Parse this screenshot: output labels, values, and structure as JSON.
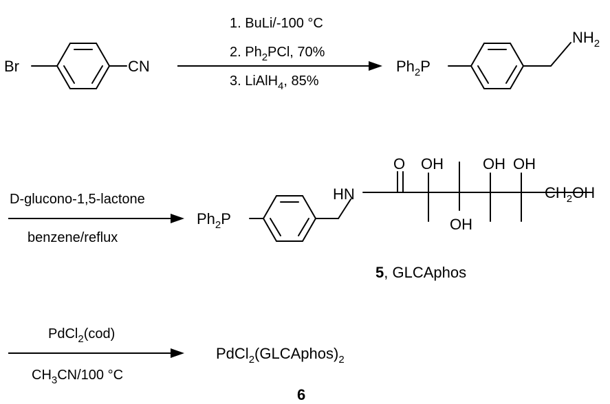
{
  "step1": {
    "reagent_br": "Br",
    "reagent_cn": "CN",
    "condition_1": "1. BuLi/-100 °C",
    "condition_2_pre": "2. Ph",
    "condition_2_sub": "2",
    "condition_2_post": "PCl, 70%",
    "condition_3_pre": "3. LiAlH",
    "condition_3_sub": "4",
    "condition_3_post": ", 85%",
    "product_ph": "Ph",
    "product_ph_sub": "2",
    "product_p": "P",
    "product_nh": "NH",
    "product_nh_sub": "2"
  },
  "step2": {
    "condition_top": "D-glucono-1,5-lactone",
    "condition_bottom": "benzene/reflux",
    "ph": "Ph",
    "ph_sub": "2",
    "p": "P",
    "hn": "HN",
    "o": "O",
    "oh_1": "OH",
    "oh_2": "OH",
    "oh_3": "OH",
    "oh_4": "OH",
    "ch2oh_pre": "CH",
    "ch2oh_sub": "2",
    "ch2oh_post": "OH",
    "compound_number": "5",
    "compound_name": ", GLCAphos"
  },
  "step3": {
    "condition_top_pre": "PdCl",
    "condition_top_sub": "2",
    "condition_top_post": "(cod)",
    "condition_bottom_pre": "CH",
    "condition_bottom_sub": "3",
    "condition_bottom_post": "CN/100 °C",
    "product_pre": "PdCl",
    "product_sub1": "2",
    "product_mid": "(GLCAphos)",
    "product_sub2": "2",
    "compound_number": "6"
  }
}
